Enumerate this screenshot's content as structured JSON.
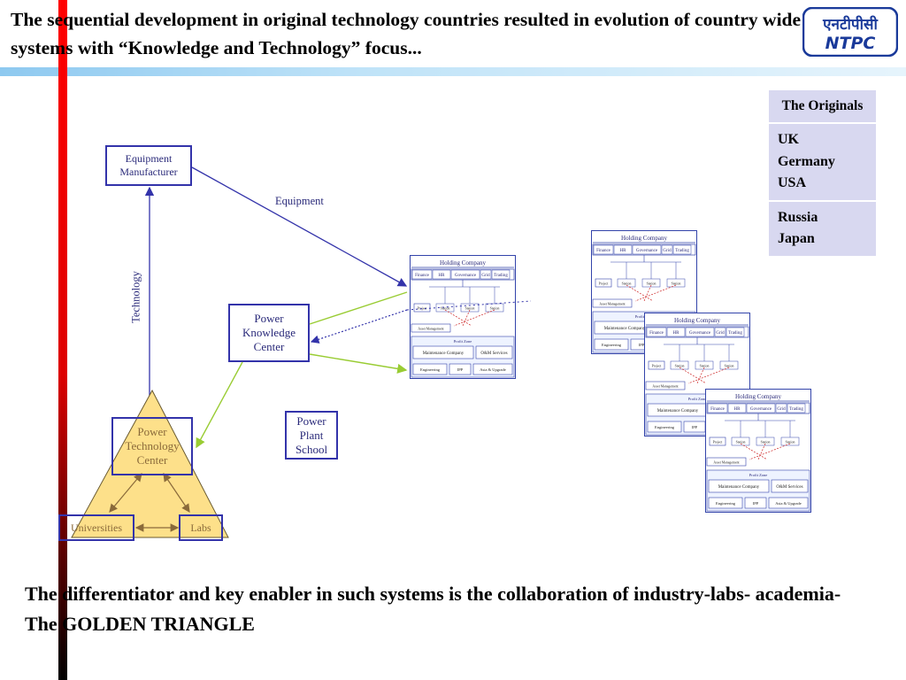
{
  "title": "The sequential development in original technology countries resulted in evolution of country wide systems with “Knowledge and Technology” focus...",
  "footer": "The differentiator and key enabler in such systems is the collaboration of industry-labs- academia- The GOLDEN TRIANGLE",
  "logo": {
    "hindi": "एनटीपीसी",
    "english": "NTPC"
  },
  "originals": {
    "header": "The Originals",
    "group1": [
      "UK",
      "Germany",
      "USA"
    ],
    "group2": [
      "Russia",
      "Japan"
    ]
  },
  "diagram": {
    "equipment_manufacturer": "Equipment Manufacturer",
    "equipment_label": "Equipment",
    "technology_label": "Technology",
    "power_knowledge_center": "Power Knowledge Center",
    "power_plant_school": "Power Plant School",
    "power_technology_center": "Power Technology Center",
    "universities": "Universities",
    "labs": "Labs"
  },
  "org_chart": {
    "holding": "Holding Company",
    "functions": [
      "Finance",
      "HR",
      "Governance",
      "Grid",
      "Trading"
    ],
    "project": "Project",
    "stations": [
      "Station",
      "Station",
      "Station"
    ],
    "asset_management": "Asset Management",
    "profit_zone": "Profit Zone",
    "maintenance": "Maintenance Company",
    "om_services": "O&M Services",
    "engineering": "Engineering",
    "ipp": "IPP",
    "asia_upgrade": "Asia & Upgrade"
  },
  "colors": {
    "title_text": "#000000",
    "red_bar": "#ee0000",
    "band": "#a8d8f4",
    "box_border": "#3333aa",
    "triangle": "#fde08a",
    "green_arrow": "#99cc33",
    "logo_blue": "#1a3a9a"
  }
}
